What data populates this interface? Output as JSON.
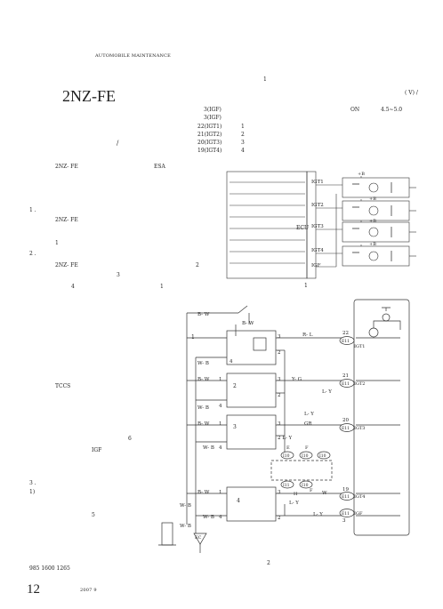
{
  "header": {
    "running_title": "AUTOMOBILE  MAINTENANCE",
    "section_mark": "1",
    "unit": "( V) /"
  },
  "title": "2NZ-FE",
  "title_slash": "/",
  "terminal_table": {
    "rows": [
      {
        "terminal": "3(IGF)",
        "code": "",
        "cond": "ON",
        "value": "4.5~5.0"
      },
      {
        "terminal": "3(IGF)",
        "code": "",
        "cond": "",
        "value": ""
      },
      {
        "terminal": "22(IGT1)",
        "code": "1",
        "cond": "",
        "value": ""
      },
      {
        "terminal": "21(IGT2)",
        "code": "2",
        "cond": "",
        "value": ""
      },
      {
        "terminal": "20(IGT3)",
        "code": "3",
        "cond": "",
        "value": ""
      },
      {
        "terminal": "19(IGT4)",
        "code": "4",
        "cond": "",
        "value": ""
      }
    ]
  },
  "body_text": {
    "p1_a": "2NZ- FE",
    "p1_b": "ESA",
    "n1": "1 .",
    "n1_a": "2NZ- FE",
    "n1_b": "1",
    "n2": "2 .",
    "n2_a": "2NZ- FE",
    "n2_b": "2",
    "n2_c": "3",
    "n2_d": "4",
    "n2_e": "1",
    "tccs": "TCCS",
    "six": "6",
    "igf": "IGF",
    "n3": "3 .",
    "n3_1": "1)",
    "five": "5",
    "bottom_line": "985   1600                                  1265",
    "two": "2"
  },
  "figure1": {
    "ecu": "ECU",
    "signals": [
      "IGT1",
      "IGT2",
      "IGT3",
      "IGT4",
      "IGF"
    ],
    "plus_b": "+B",
    "caption": "1"
  },
  "figure2": {
    "wire_top": "B- W",
    "wire_top2": "B- W",
    "coil_one": "1",
    "coils": [
      {
        "pin_in": "1",
        "pin_out": "3",
        "pin_gnd": "4",
        "label": "",
        "wire_in": "",
        "wire_gnd": "W- B"
      },
      {
        "pin_in": "1",
        "pin_out": "3",
        "pin_gnd": "4",
        "label": "2",
        "wire_in": "B- W",
        "wire_gnd": "W- B"
      },
      {
        "pin_in": "1",
        "pin_out": "3",
        "pin_gnd": "4",
        "label": "3",
        "wire_in": "B- W",
        "wire_gnd": "W- B"
      },
      {
        "pin_in": "1",
        "pin_out": "3",
        "pin_gnd": "4",
        "label": "4",
        "wire_in": "B- W",
        "wire_gnd": "W- B"
      }
    ],
    "wire_colors": [
      "R- L",
      "Y- G",
      "L- Y",
      "L- Y",
      "GR",
      "2  L- Y",
      "W",
      "L- Y"
    ],
    "ecu_pins": [
      "22",
      "21",
      "20",
      "19",
      "3"
    ],
    "ecu_conn": [
      "E11",
      "E11",
      "E11",
      "E11",
      "E11"
    ],
    "ecu_labels": [
      "IGT1",
      "IGT2",
      "IGT3",
      "IGT4",
      "IGF"
    ],
    "junction_top": [
      "I10",
      "I10",
      "I10"
    ],
    "junction_bot": [
      "I11",
      "I10"
    ],
    "jx": [
      "E",
      "F"
    ],
    "jx_h": "H",
    "jx_f": "F",
    "ground_wb": "W- B",
    "ground_wb2": "W- B",
    "ground_ec": "EC",
    "pin_two": "2"
  },
  "footer": {
    "page": "12",
    "issue": "2007  9"
  }
}
